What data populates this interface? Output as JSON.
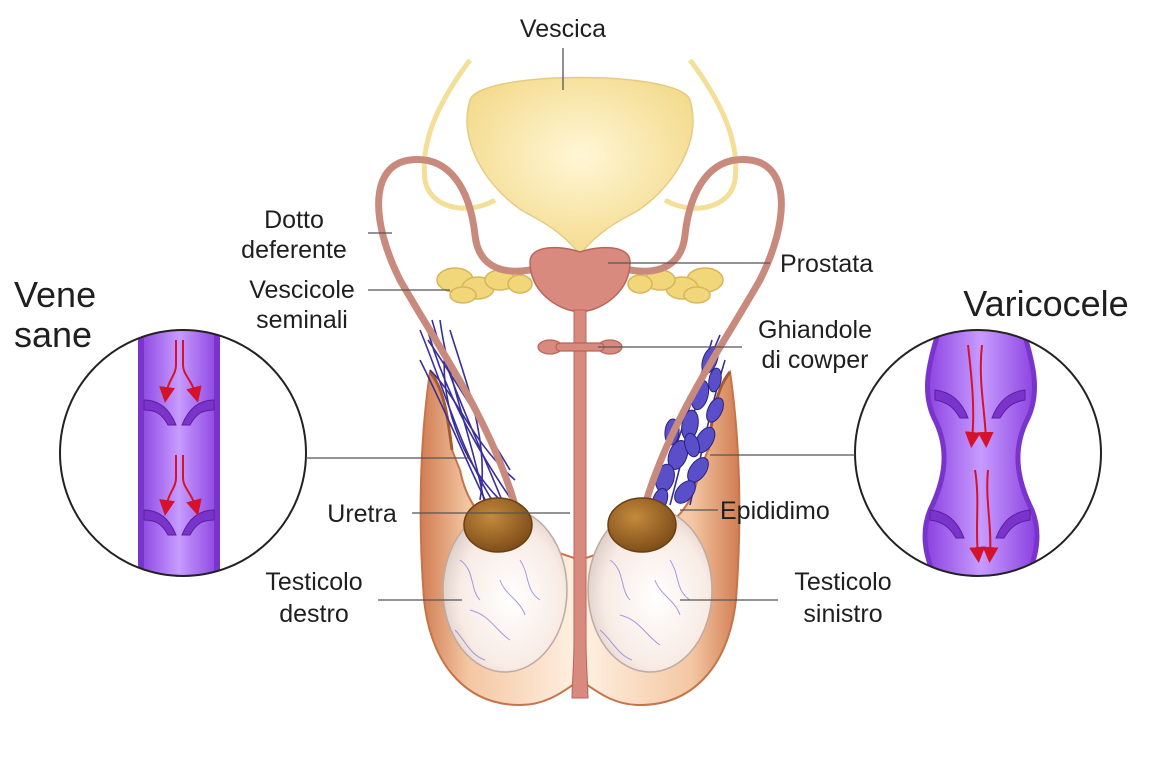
{
  "labels": {
    "vescica": "Vescica",
    "dotto_deferente": [
      "Dotto",
      "deferente"
    ],
    "vescicole_seminali": [
      "Vescicole",
      "seminali"
    ],
    "prostata": "Prostata",
    "ghiandole_cowper": [
      "Ghiandole",
      "di cowper"
    ],
    "uretra": "Uretra",
    "epididimo": "Epididimo",
    "testicolo_destro": [
      "Testicolo",
      "destro"
    ],
    "testicolo_sinistro": [
      "Testicolo",
      "sinistro"
    ]
  },
  "insets": {
    "healthy_title": [
      "Vene",
      "sane"
    ],
    "varicocele_title": "Varicocele"
  },
  "colors": {
    "bladder": "#fbe9a6",
    "ureter": "#f3df97",
    "duct": "#c98a7e",
    "prostate": "#d88a7e",
    "seminal_vesicles": "#f2d67a",
    "scrotum_skin": "#d6906a",
    "testis": "#fdf3ea",
    "epididymis": "#a46a26",
    "vein_healthy": "#a65cf0",
    "vein_varicocele": "#b070f2",
    "venous_plexus": "#3a2f9a",
    "flow_arrow": "#d4132b"
  },
  "icons": {
    "healthy_vein": "straight-vein-with-valves-icon",
    "varicocele_vein": "dilated-vein-with-valves-icon",
    "flow": "red-flow-arrow-icon"
  }
}
